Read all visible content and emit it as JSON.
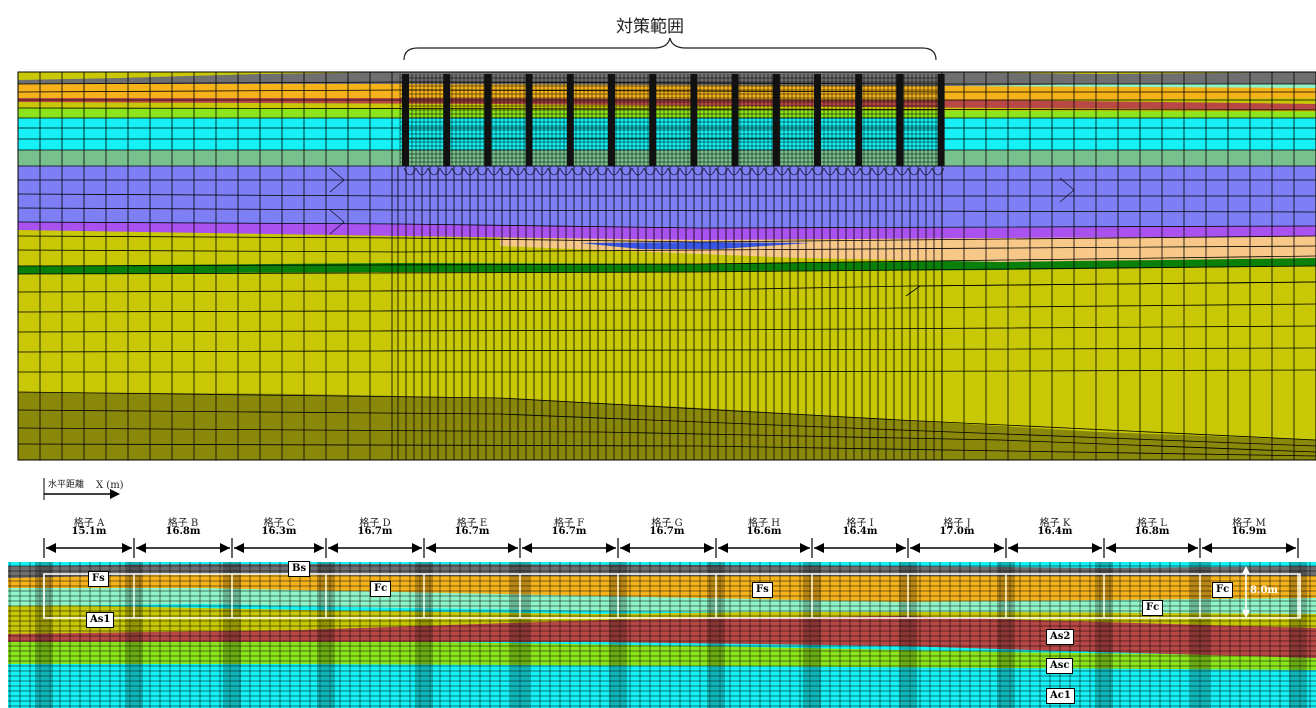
{
  "top_section": {
    "title": "対策範囲",
    "colors": {
      "gray": "#6f6f6f",
      "orange": "#f5b21a",
      "mint": "#8ff5c8",
      "red": "#b84846",
      "olive": "#c8c806",
      "lime": "#8ce41a",
      "cyan": "#16f1f5",
      "green_mid": "#78c08d",
      "lavender": "#7e7ef5",
      "purple": "#aa52f0",
      "blue_lens": "#3a56e4",
      "peach": "#f8c888",
      "dark_green": "#0a800a",
      "dark_olive": "#8a880a"
    }
  },
  "bottom_section": {
    "axis_label": "水平距離",
    "axis_unit": "X (m)",
    "grids": [
      {
        "name": "格子 A",
        "length": "15.1m"
      },
      {
        "name": "格子 B",
        "length": "16.8m"
      },
      {
        "name": "格子 C",
        "length": "16.3m"
      },
      {
        "name": "格子 D",
        "length": "16.7m"
      },
      {
        "name": "格子 E",
        "length": "16.7m"
      },
      {
        "name": "格子 F",
        "length": "16.7m"
      },
      {
        "name": "格子 G",
        "length": "16.7m"
      },
      {
        "name": "格子 H",
        "length": "16.6m"
      },
      {
        "name": "格子 I",
        "length": "16.4m"
      },
      {
        "name": "格子 J",
        "length": "17.0m"
      },
      {
        "name": "格子 K",
        "length": "16.4m"
      },
      {
        "name": "格子 L",
        "length": "16.8m"
      },
      {
        "name": "格子 M",
        "length": "16.9m"
      }
    ],
    "layer_labels": {
      "fs1": "Fs",
      "bs": "Bs",
      "fc1": "Fc",
      "as1": "As1",
      "fs2": "Fs",
      "fc2": "Fc",
      "fc3": "Fc",
      "as2": "As2",
      "asc": "Asc",
      "ac1": "Ac1"
    },
    "depth_marker": "8.0m"
  }
}
